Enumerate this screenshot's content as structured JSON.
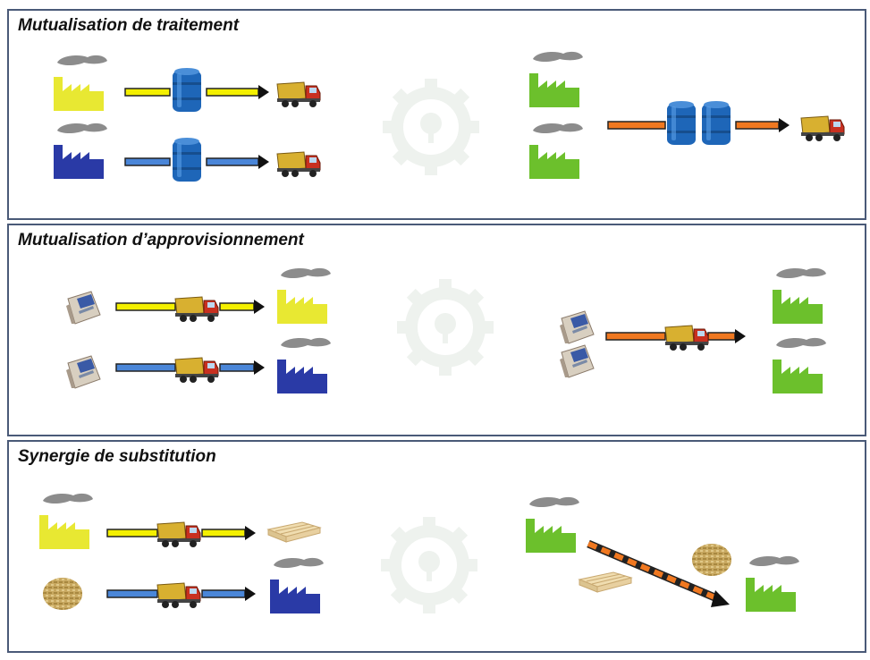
{
  "panels": [
    {
      "title": "Mutualisation de traitement"
    },
    {
      "title": "Mutualisation d’approvisionnement"
    },
    {
      "title": "Synergie de substitution"
    }
  ],
  "colors": {
    "yellow_factory": "#e8e832",
    "blue_factory": "#2a3aa6",
    "green_factory": "#6cc02c",
    "smoke": "#808080",
    "yellow_arrow": "#f4f000",
    "blue_arrow": "#4a86d8",
    "orange_arrow": "#f07820",
    "drum": "#1e66b8",
    "truck_body": "#d8b030",
    "truck_cab": "#c83020",
    "panel_border": "#4a5a78"
  },
  "icons": [
    "factory-icon",
    "drum-icon",
    "truck-icon",
    "cement-bag-icon",
    "pallet-icon",
    "wood-pellets-icon",
    "watermark-gear-icon"
  ]
}
